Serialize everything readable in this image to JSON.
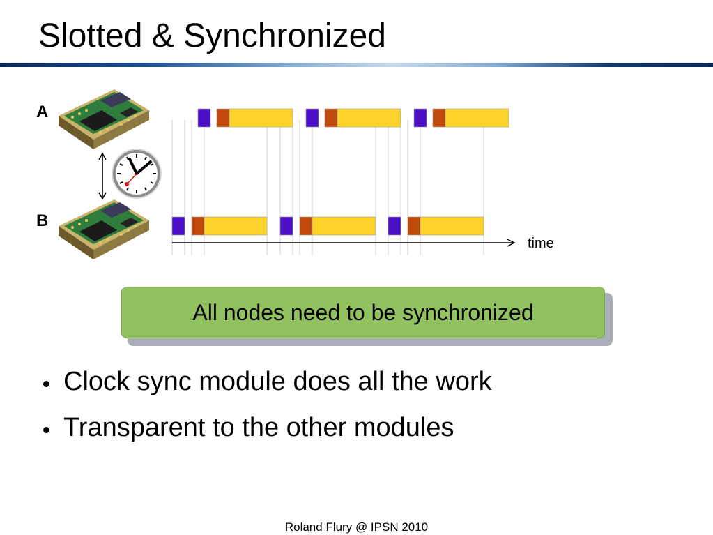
{
  "slide": {
    "title": "Slotted & Synchronized",
    "footer": "Roland Flury @ IPSN 2010"
  },
  "diagram": {
    "node_a_label": "A",
    "node_b_label": "B",
    "axis_label": "time",
    "colors": {
      "beacon": "#4b0fc6",
      "sync": "#c04a0c",
      "active": "#fdd22b",
      "grid": "#cfcfcf"
    }
  },
  "callout": {
    "text": "All nodes need to be synchronized"
  },
  "bullets": [
    "Clock sync module does all the work",
    "Transparent to the other modules"
  ]
}
